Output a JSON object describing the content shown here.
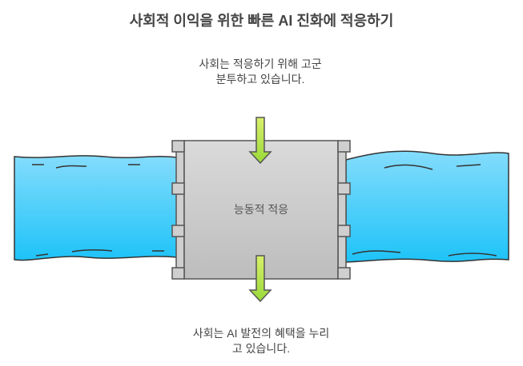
{
  "title": "사회적 이익을 위한 빠른 AI 진화에 적응하기",
  "top_label": "사회는 적응하기 위해 고군분투하고 있습니다.",
  "center_label": "능동적 적응",
  "bottom_label": "사회는 AI 발전의 혜택을 누리고 있습니다.",
  "colors": {
    "water_top": "#7fd9fb",
    "water_bottom": "#1fc3f7",
    "gate": "#cfcfcf",
    "arrow": "#b5e84a"
  }
}
